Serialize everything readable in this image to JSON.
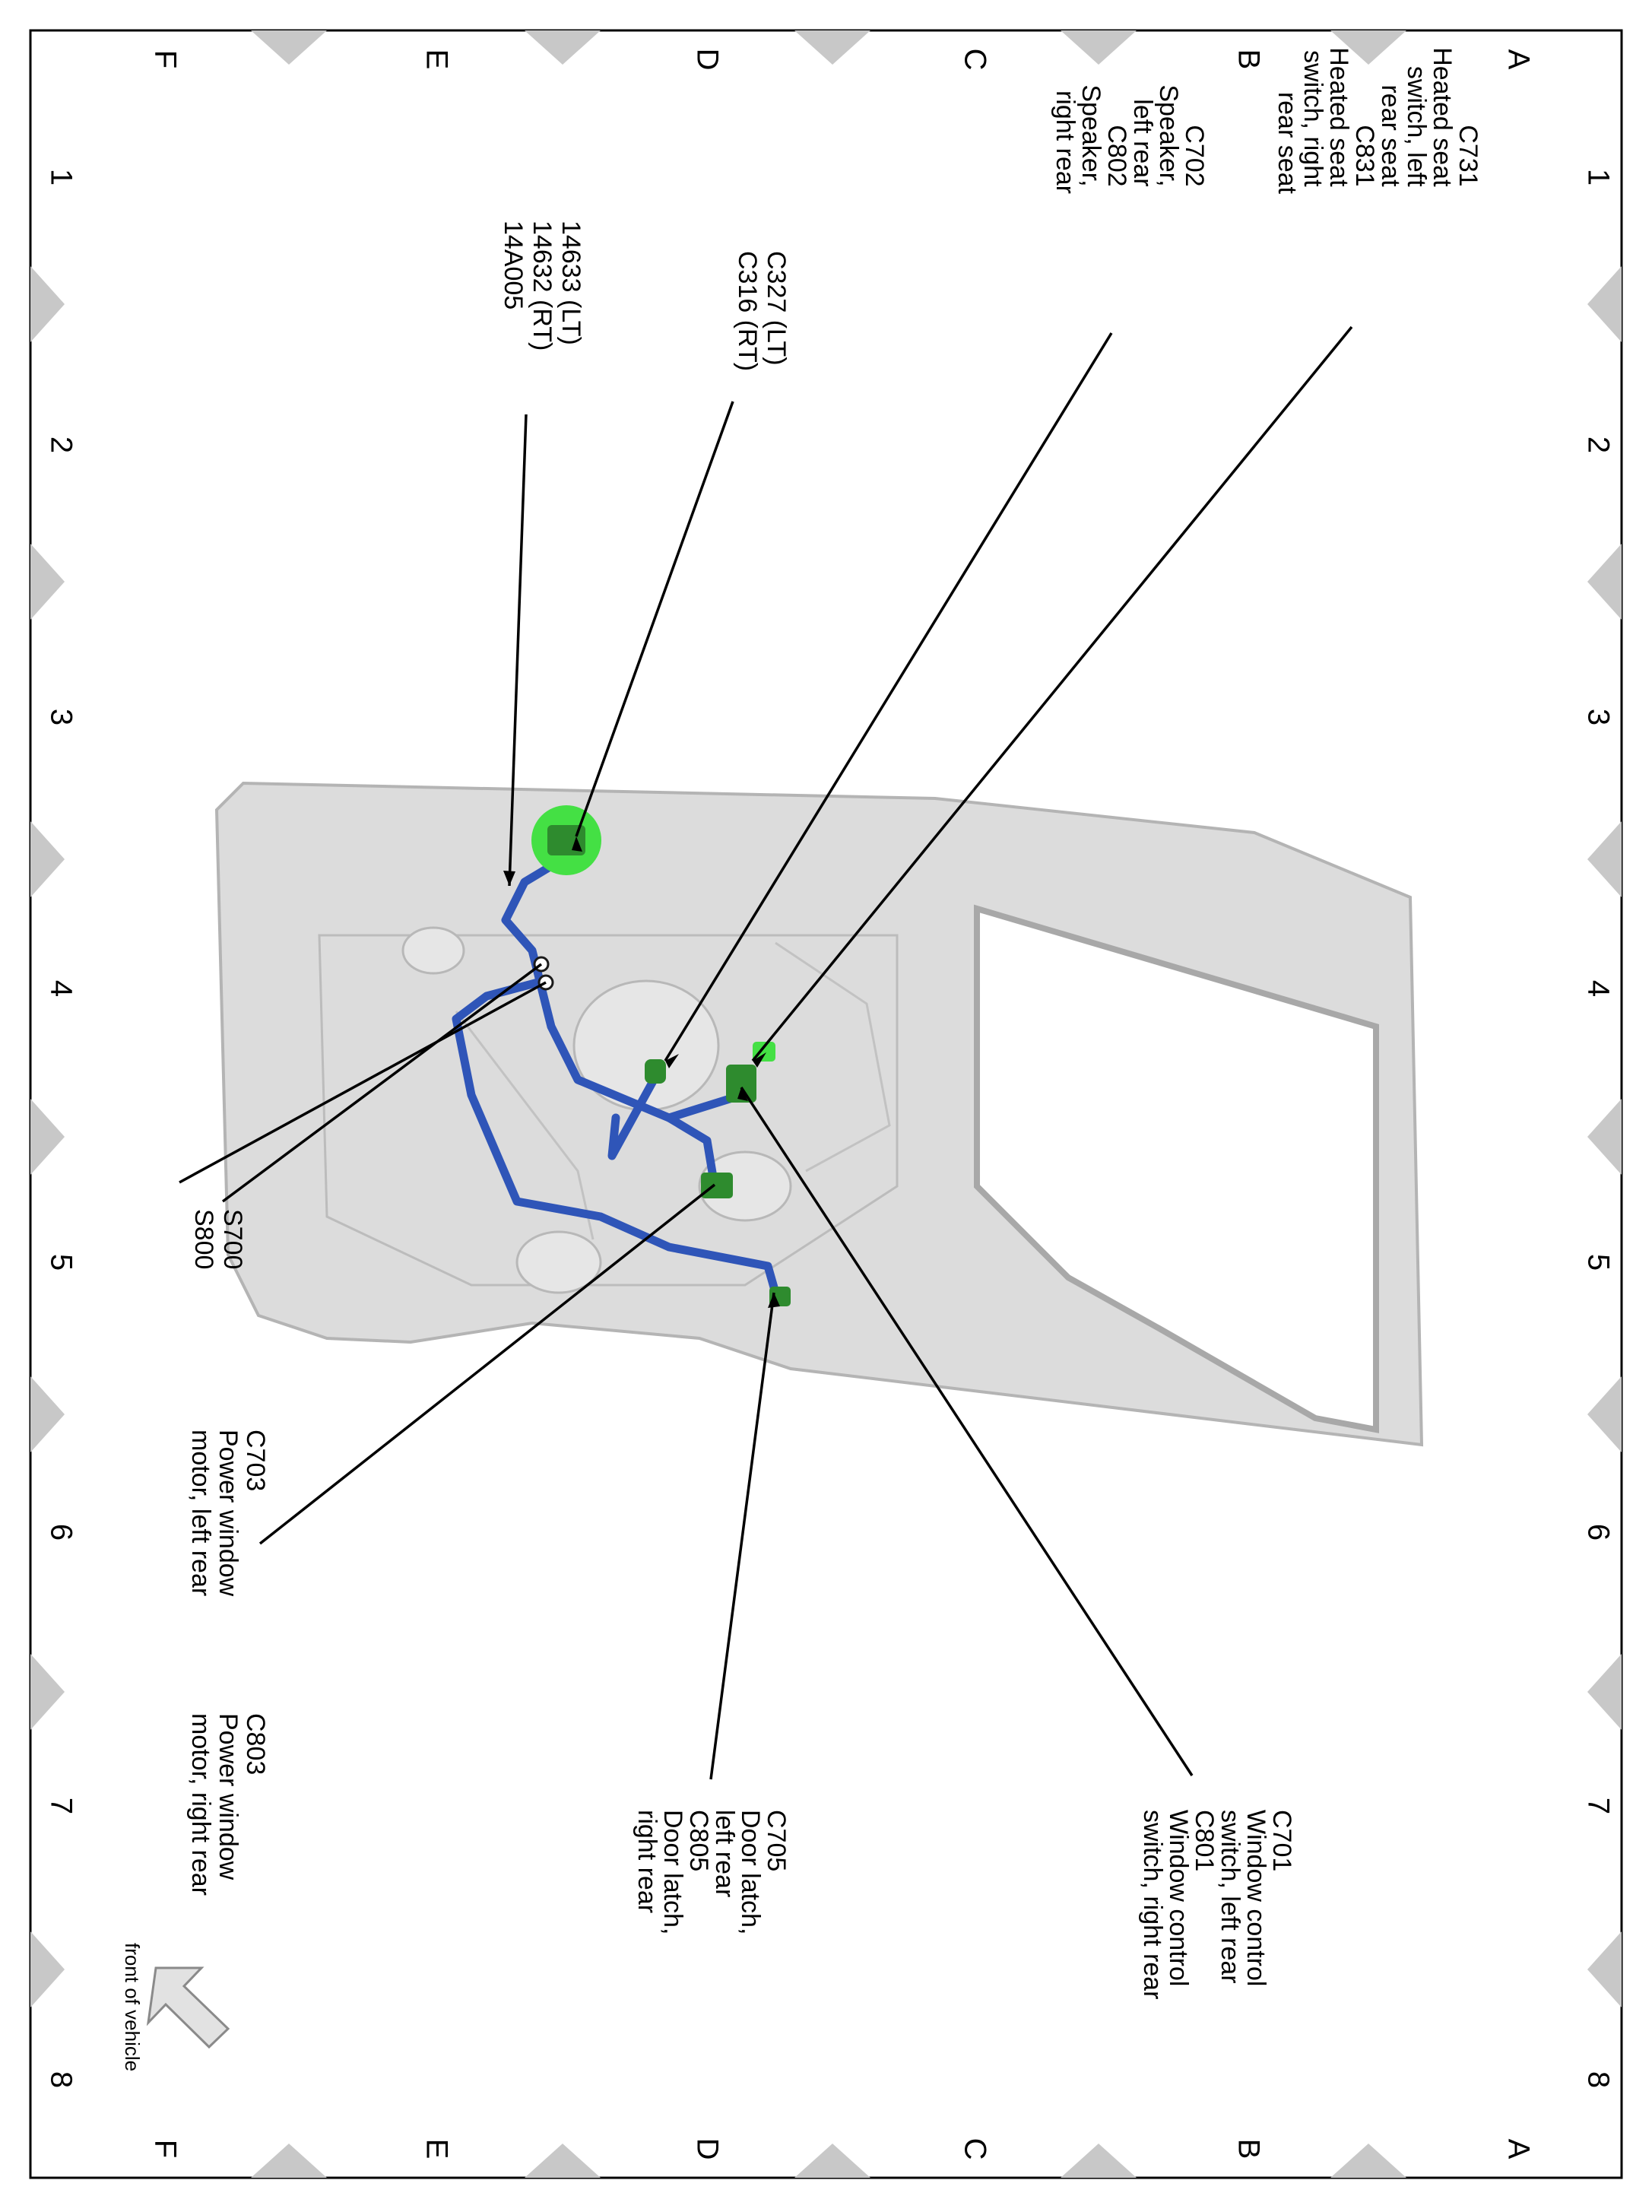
{
  "grid": {
    "rows": [
      "A",
      "B",
      "C",
      "D",
      "E",
      "F"
    ],
    "columns": [
      "1",
      "2",
      "3",
      "4",
      "5",
      "6",
      "7",
      "8"
    ]
  },
  "colors": {
    "harness": "#2f55b8",
    "connector": "#2e8b2e",
    "connector_highlight": "#44e044",
    "door_panel": "#dcdcdc",
    "frame_marker": "#c8c8c8",
    "leader_line": "#000000"
  },
  "callouts": {
    "c731": [
      "C731",
      "Heated seat",
      "switch, left",
      "rear seat",
      "C831",
      "Heated seat",
      "switch, right",
      "rear seat"
    ],
    "c702": [
      "C702",
      "Speaker,",
      "left rear",
      "C802",
      "Speaker,",
      "right rear"
    ],
    "c327": [
      "C327  (LT)",
      "C316  (RT)"
    ],
    "harness14633": [
      "14633  (LT)",
      "14632  (RT)",
      "14A005"
    ],
    "splices": [
      "S700",
      "S800"
    ],
    "c703": [
      "C703",
      "Power window",
      "motor, left rear"
    ],
    "c803": [
      "C803",
      "Power window",
      "motor, right rear"
    ],
    "c705": [
      "C705",
      "Door latch,",
      "left rear",
      "C805",
      "Door latch,",
      "right rear"
    ],
    "c701": [
      "C701",
      "Window control",
      "switch, left rear",
      "C801",
      "Window control",
      "switch, right rear"
    ]
  },
  "front_indicator": {
    "label": "front of vehicle",
    "icon": "arrow-icon"
  }
}
